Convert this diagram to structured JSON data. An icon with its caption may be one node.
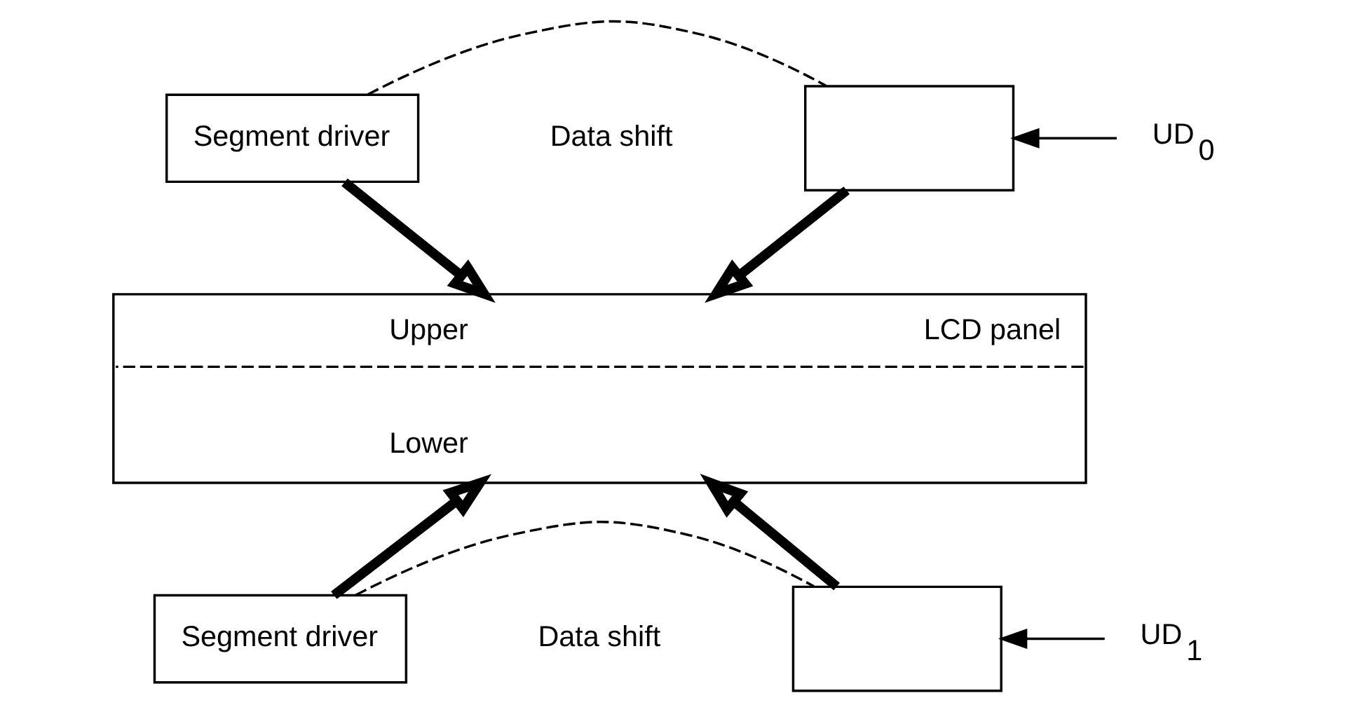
{
  "diagram": {
    "nodes": [
      {
        "text": [
          "Segment driver"
        ]
      },
      {
        "text": [],
        "shape": "box"
      },
      {
        "text": [
          "Upper",
          "LCD panel",
          "Lower"
        ]
      },
      {
        "text": [
          "Segment driver"
        ]
      },
      {
        "text": [],
        "shape": "box"
      },
      {
        "text": [
          "UD$_{0}$"
        ]
      },
      {
        "text": [
          "UD$_{1}$"
        ]
      }
    ],
    "edges": [
      {
        "from": 5,
        "to": 1,
        "arrow": "to"
      },
      {
        "from": 0,
        "to": 1,
        "arrow": "none",
        "style": "dashed"
      },
      {
        "from": 0,
        "to": 2,
        "arrow": "to",
        "style": "thick"
      },
      {
        "from": 1,
        "to": 2,
        "arrow": "to",
        "style": "thick"
      },
      {
        "from": 3,
        "to": 2,
        "arrow": "to",
        "style": "thick"
      },
      {
        "from": 4,
        "to": 2,
        "arrow": "to",
        "style": "thick"
      },
      {
        "from": 3,
        "to": 4,
        "arrow": "none",
        "style": "dashed"
      },
      {
        "from": 6,
        "to": 4,
        "arrow": "to"
      }
    ],
    "labels": [
      "Data shift",
      "Data shift"
    ]
  }
}
